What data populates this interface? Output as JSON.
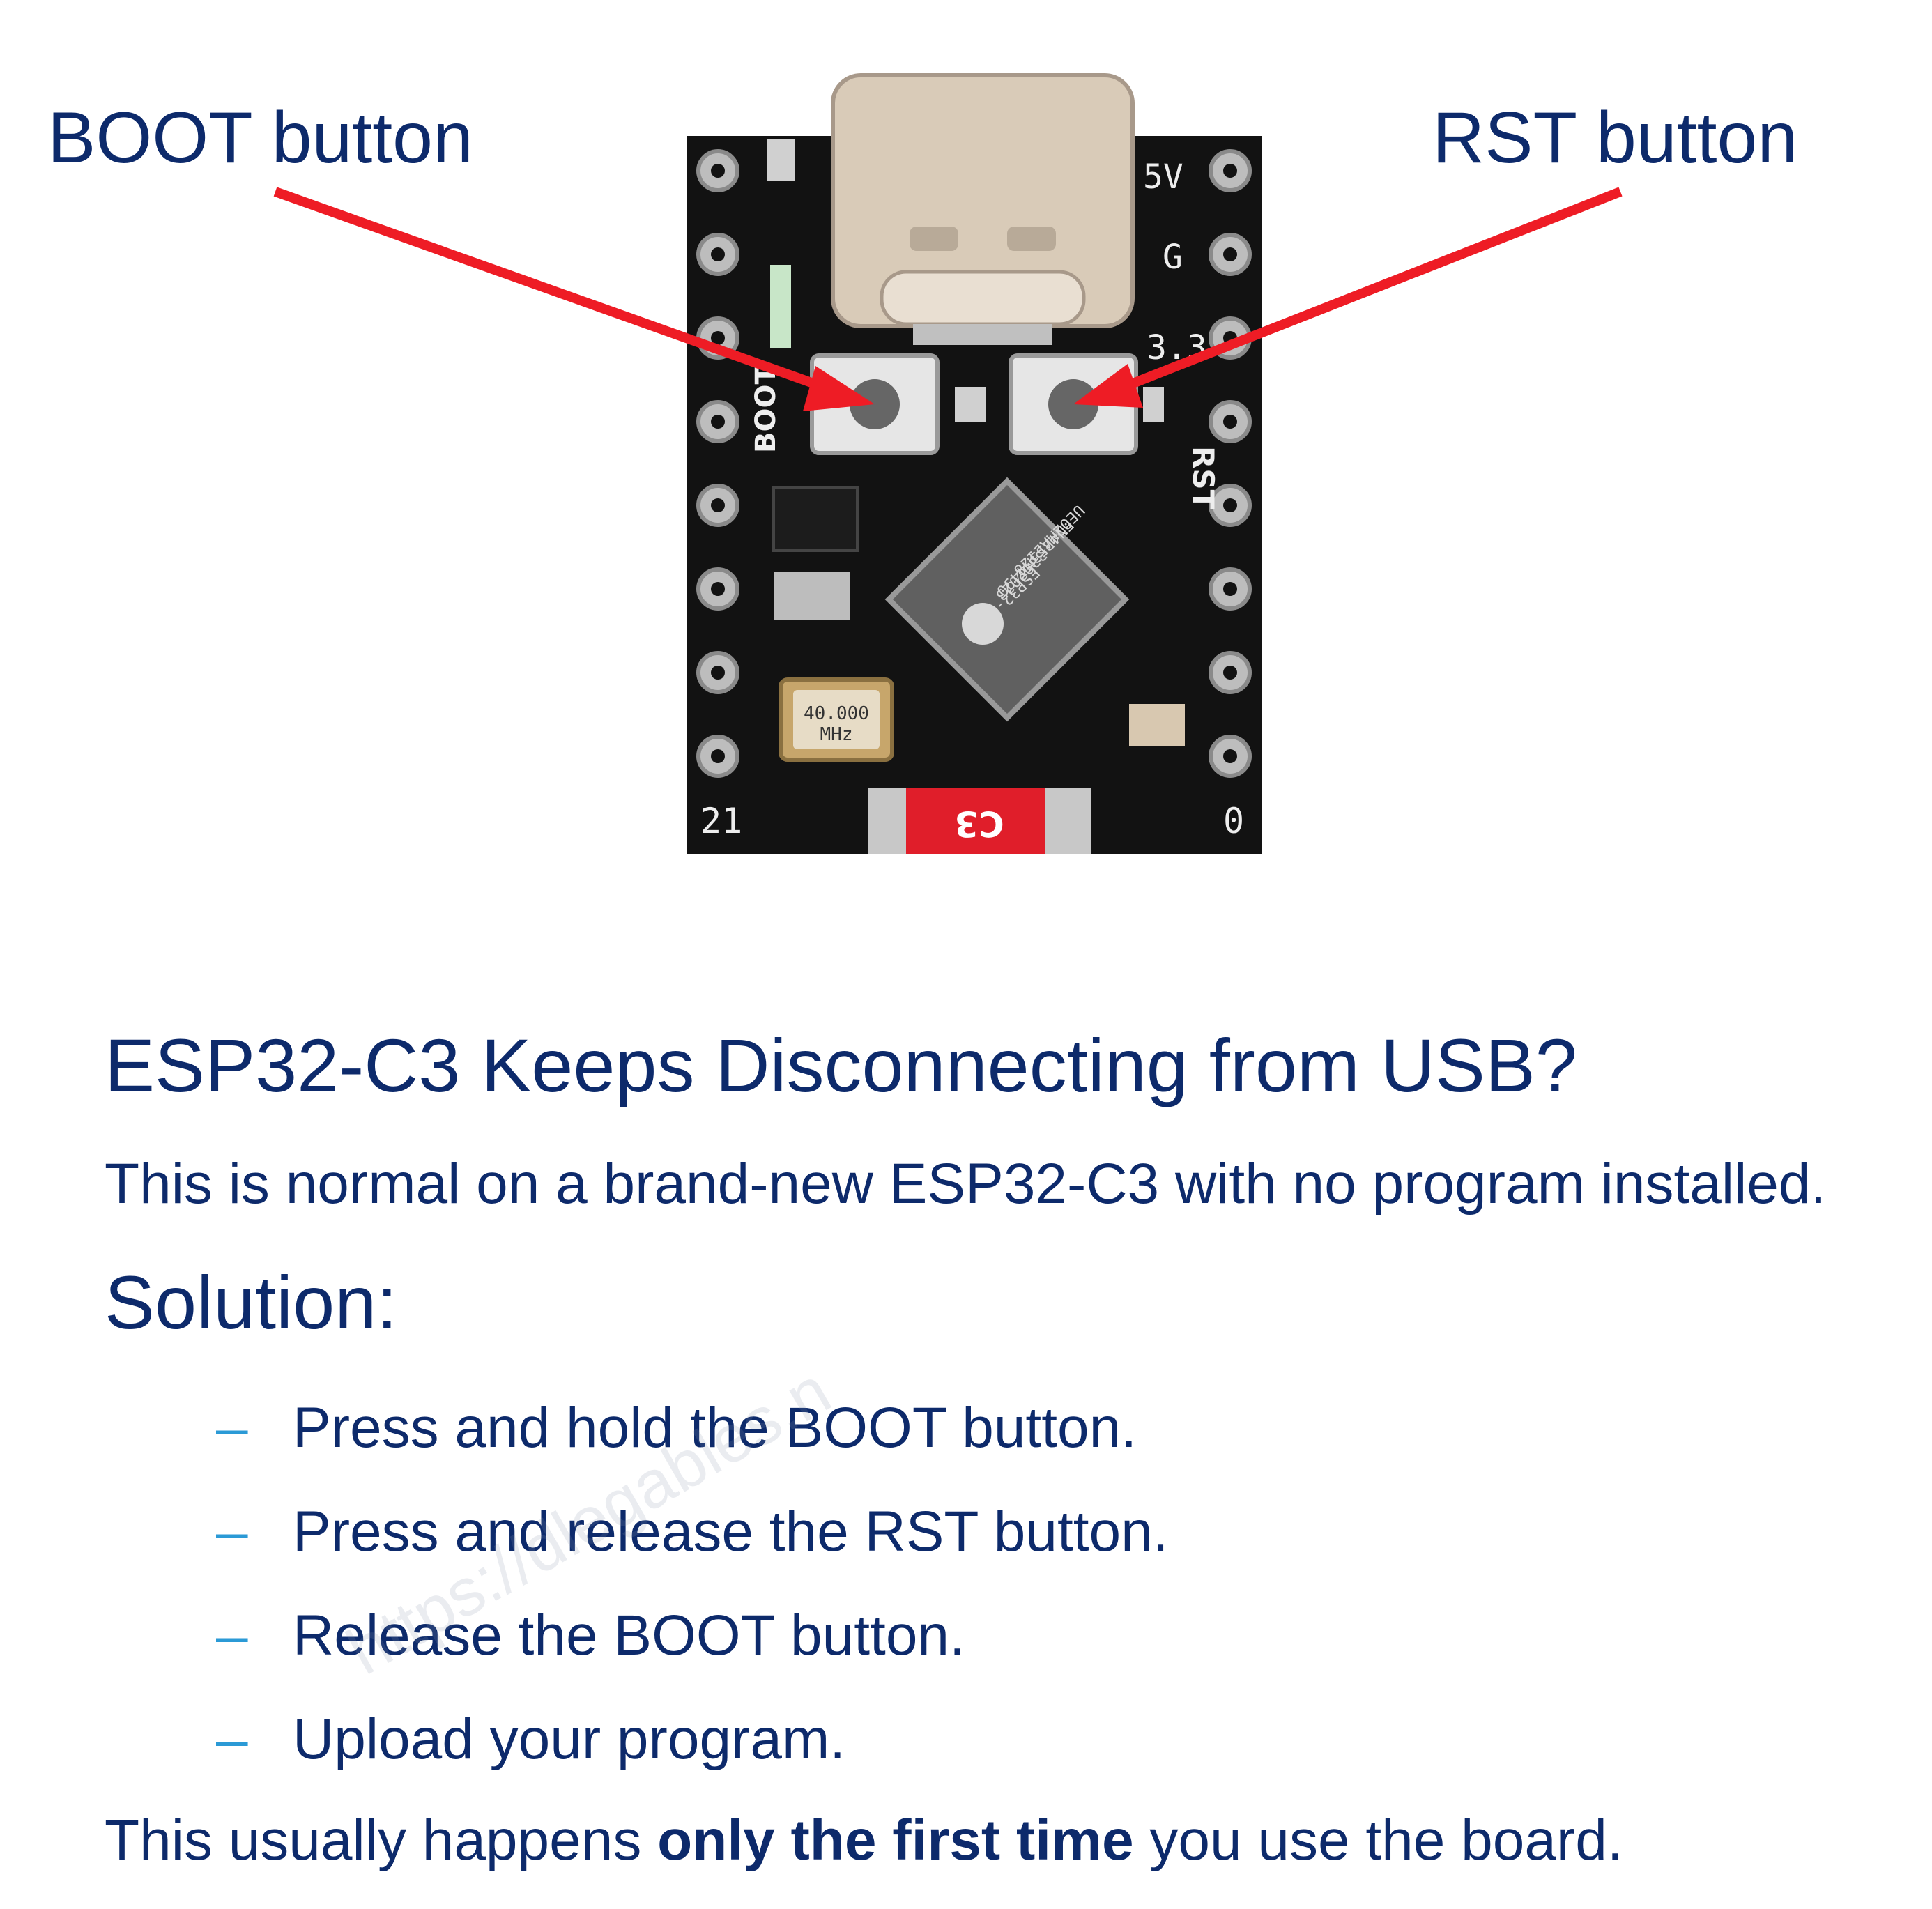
{
  "labels": {
    "boot": "BOOT button",
    "rst": "RST button"
  },
  "board": {
    "silkscreen_5v": "5V",
    "silkscreen_g": "G",
    "silkscreen_33": "3.3",
    "silkscreen_boot": "BOOT",
    "silkscreen_rst": "RST",
    "pin_21": "21",
    "pin_0": "0",
    "crystal_line1": "40.000",
    "crystal_line2": "MHz",
    "chip_line1": "ESP32-C3",
    "chip_line2": "3302023",
    "chip_line3": "FN4P53M4490",
    "chip_line4": "UE02MAE128",
    "tag": "C3"
  },
  "colors": {
    "text": "#0d2a6b",
    "dash": "#2b9ad6",
    "arrow": "#ee1c25",
    "pcb": "#111111"
  },
  "content": {
    "heading": "ESP32-C3 Keeps Disconnecting from USB?",
    "intro": "This is normal on a brand-new ESP32-C3 with no program installed.",
    "solution": "Solution:",
    "steps": [
      "Press and hold the BOOT button.",
      "Press and release the RST button.",
      "Release the BOOT button.",
      "Upload your program."
    ],
    "dash": "–",
    "footer_pre": "This usually happens ",
    "footer_bold": "only the first time",
    "footer_post": " you use the board."
  },
  "watermark": "https://dlegables.n"
}
